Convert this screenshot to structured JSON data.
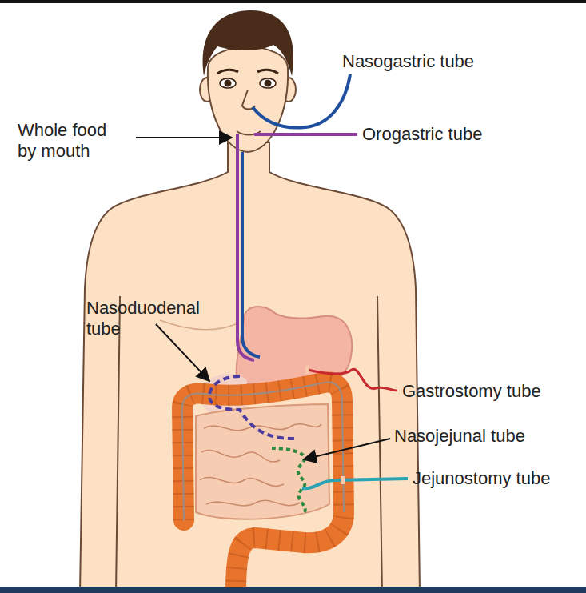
{
  "diagram": {
    "labels": [
      "Nasogastric tube",
      "Whole food by mouth",
      "Orogastric tube",
      "Nasoduodenal tube",
      "Gastrostomy tube",
      "Nasojejunal tube",
      "Jejunostomy tube"
    ]
  }
}
